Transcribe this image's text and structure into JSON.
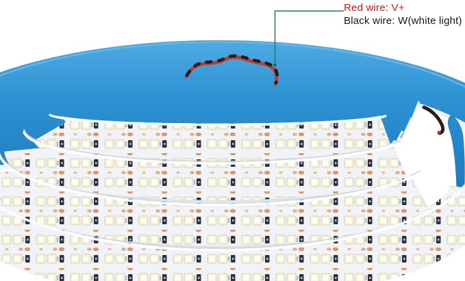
{
  "background_color": "#ffffff",
  "annotations": {
    "red_wire_label": "Red wire: V+",
    "black_wire_label": "Black wire: W(white light)",
    "red_label_color": "#e01111",
    "black_label_color": "#161616",
    "pointer_line_color": "#1e7a52"
  },
  "product": {
    "strip_backing_color": "#2e8fd0",
    "strip_front_color": "#f2f3f7",
    "led_chip_color": "#f7f4da",
    "solder_pad_color": "#d59a6e",
    "resistor_color": "#30313a",
    "red_wire_color": "#c43a2c",
    "black_wire_color": "#241a1e",
    "coil_turns_visible": 5,
    "led_rows": 2
  }
}
